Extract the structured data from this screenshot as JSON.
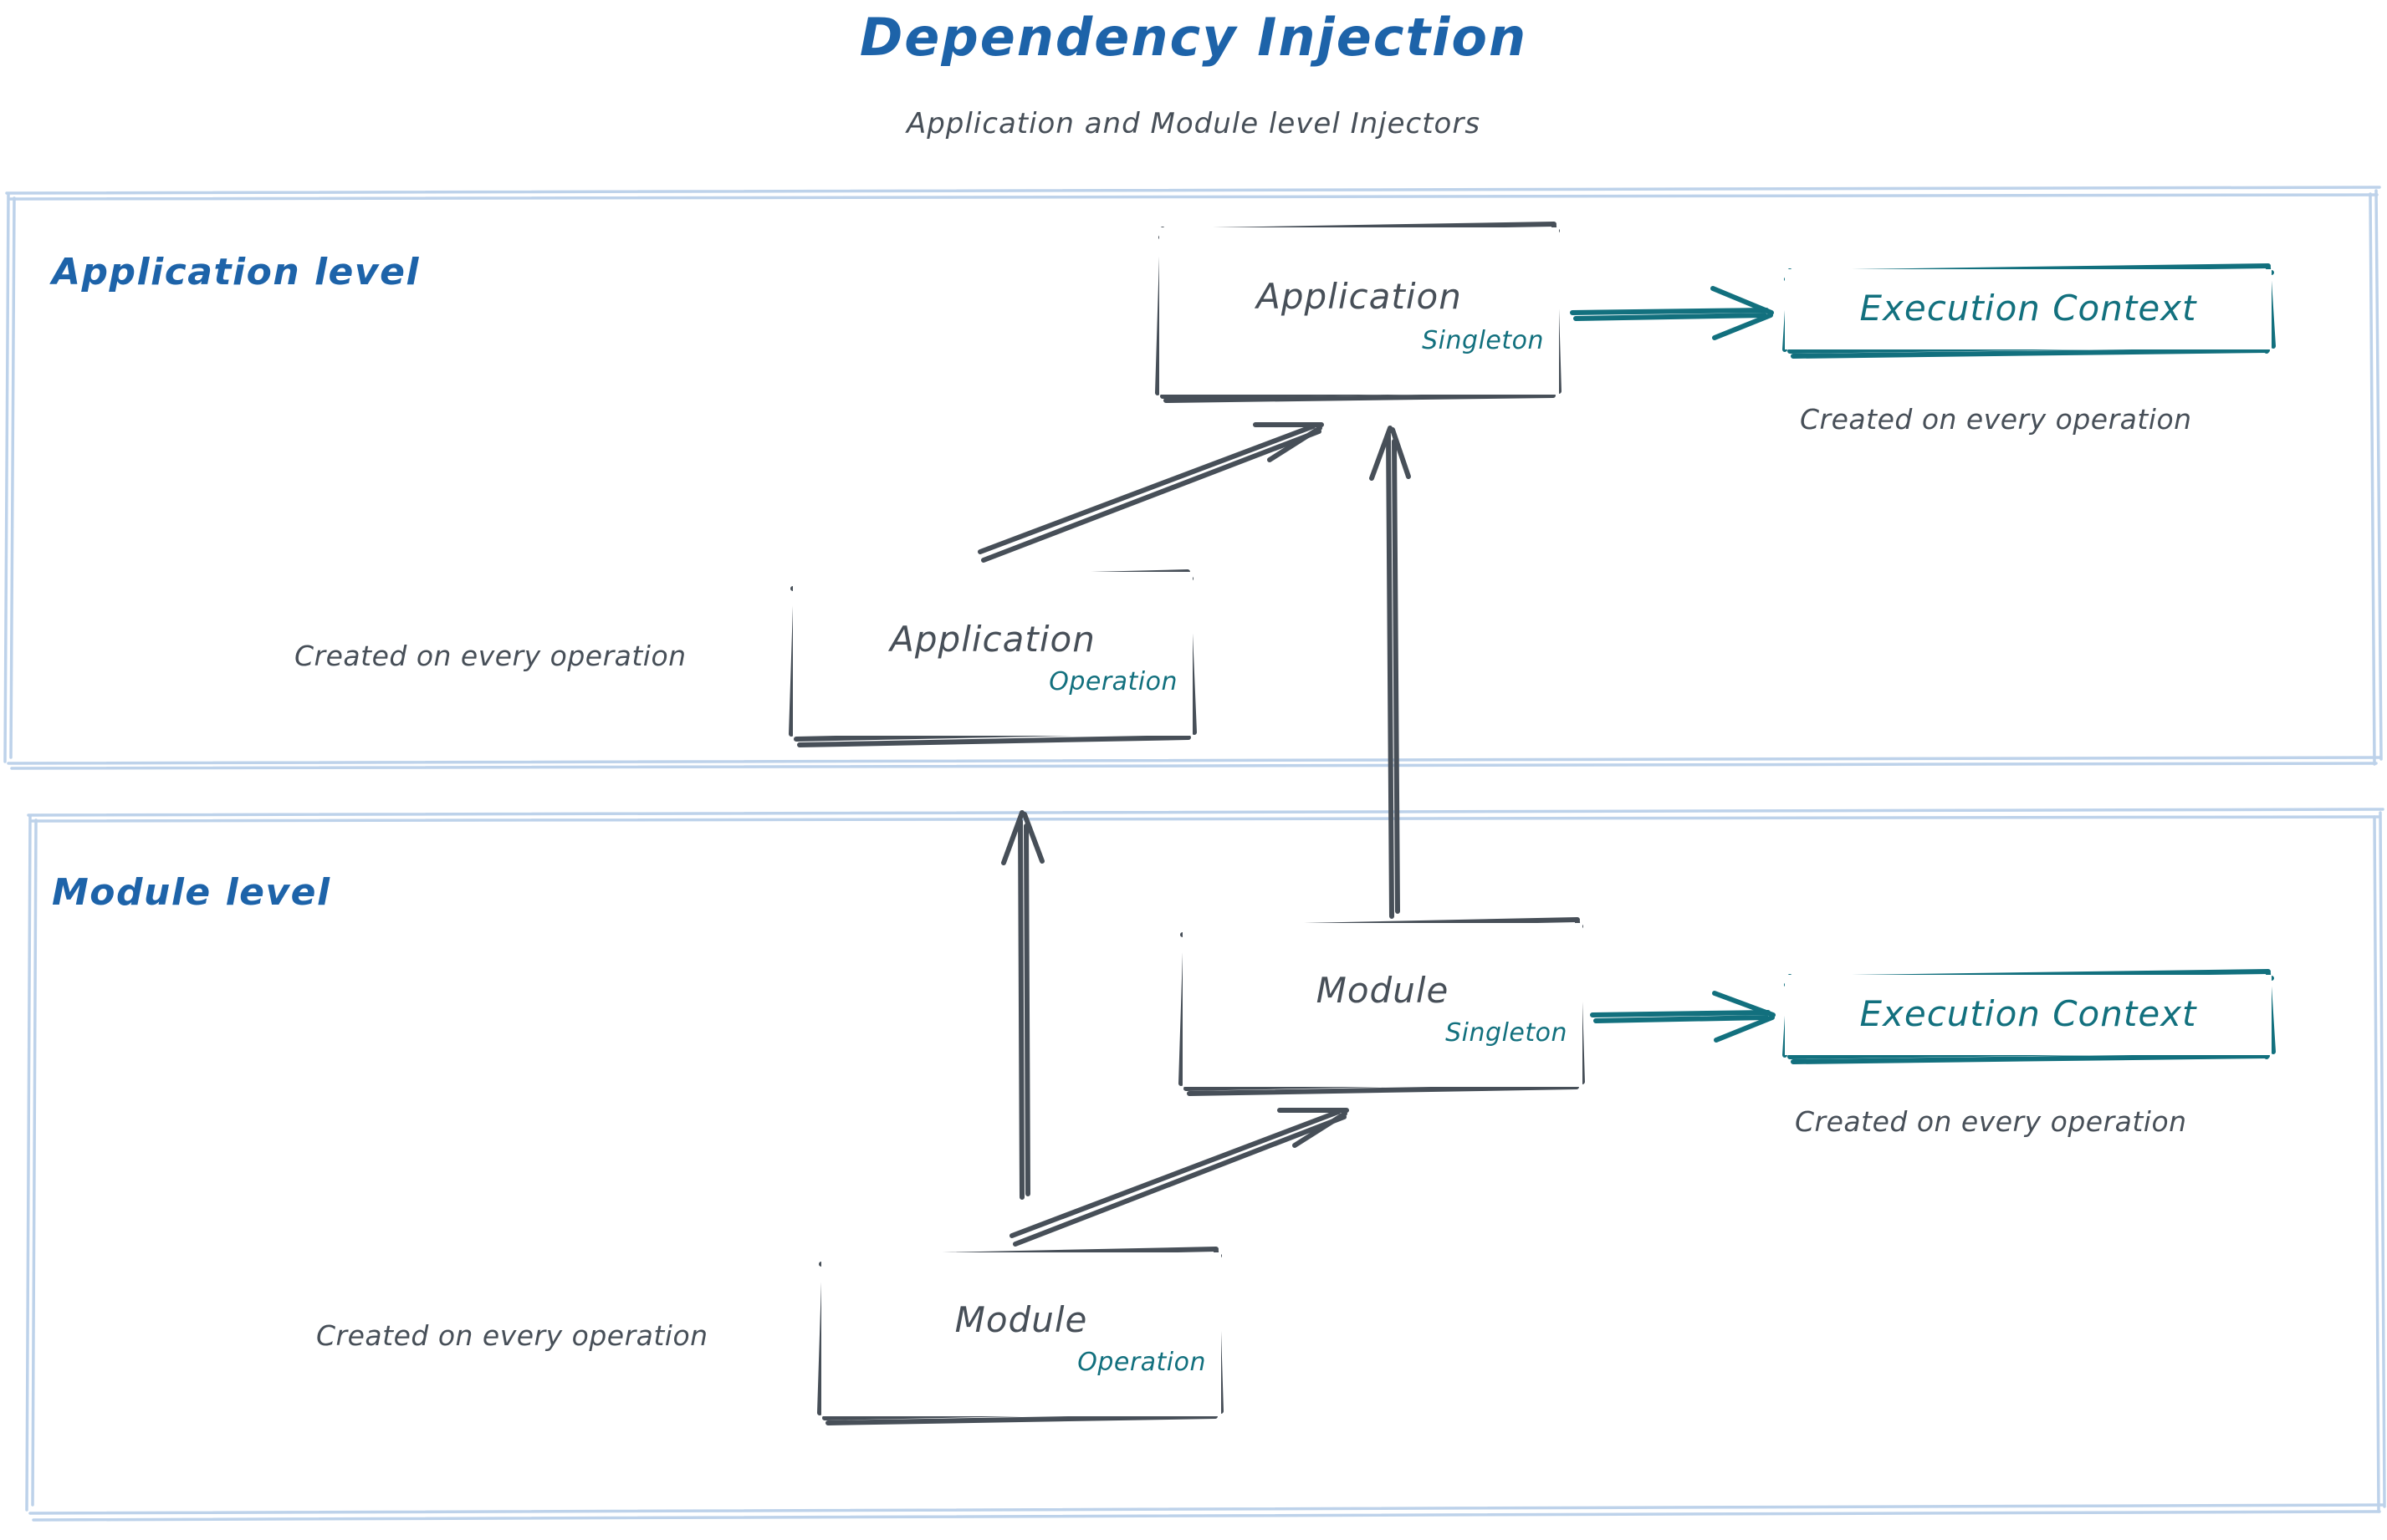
{
  "header": {
    "title": "Dependency Injection",
    "subtitle": "Application and Module level Injectors"
  },
  "colors": {
    "title_blue": "#1d63a9",
    "level_label_blue": "#1d63a9",
    "container_border": "#bdd2ea",
    "node_stroke": "#474f58",
    "accent_teal": "#12707e",
    "background": "#ffffff"
  },
  "containers": [
    {
      "id": "application-level",
      "label": "Application level"
    },
    {
      "id": "module-level",
      "label": "Module level"
    }
  ],
  "nodes": [
    {
      "id": "application-singleton",
      "title": "Application",
      "scope": "Singleton",
      "level": "Application level"
    },
    {
      "id": "application-operation",
      "title": "Application",
      "scope": "Operation",
      "level": "Application level"
    },
    {
      "id": "module-singleton",
      "title": "Module",
      "scope": "Singleton",
      "level": "Module level"
    },
    {
      "id": "module-operation",
      "title": "Module",
      "scope": "Operation",
      "level": "Module level"
    }
  ],
  "execution_contexts": [
    {
      "id": "execution-context-application",
      "label": "Execution Context",
      "note": "Created on every operation"
    },
    {
      "id": "execution-context-module",
      "label": "Execution Context",
      "note": "Created on every operation"
    }
  ],
  "notes": {
    "application_operation": "Created on every operation",
    "module_operation": "Created on every operation"
  },
  "edges": [
    {
      "id": "app-singleton-to-execution-context",
      "from": "application-singleton",
      "to": "execution-context-application",
      "color": "#12707e"
    },
    {
      "id": "app-operation-to-app-singleton",
      "from": "application-operation",
      "to": "application-singleton",
      "color": "#474f58"
    },
    {
      "id": "module-singleton-to-app-singleton",
      "from": "module-singleton",
      "to": "application-singleton",
      "color": "#474f58"
    },
    {
      "id": "module-singleton-to-execution-context",
      "from": "module-singleton",
      "to": "execution-context-module",
      "color": "#12707e"
    },
    {
      "id": "module-operation-to-module-singleton",
      "from": "module-operation",
      "to": "module-singleton",
      "color": "#474f58"
    },
    {
      "id": "module-operation-to-app-operation",
      "from": "module-operation",
      "to": "application-operation",
      "color": "#474f58"
    }
  ]
}
